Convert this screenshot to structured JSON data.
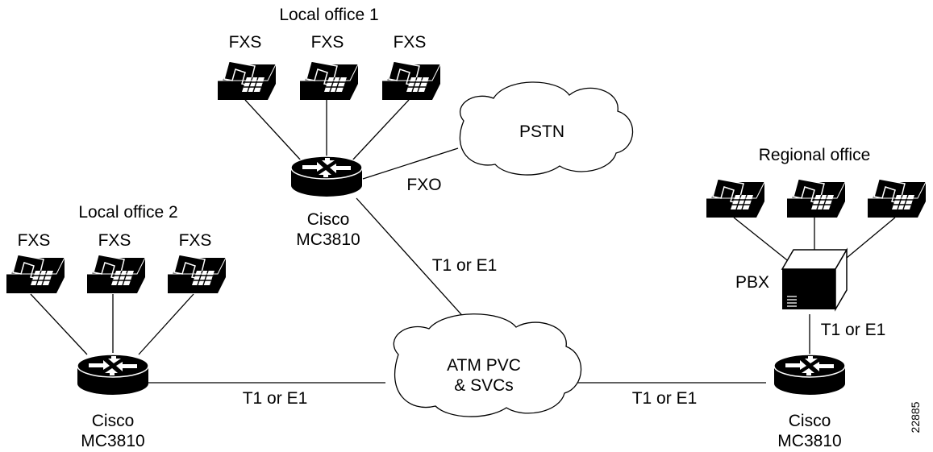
{
  "diagram": {
    "figure_id": "22885",
    "offices": {
      "local1": {
        "title": "Local office 1",
        "phones": [
          "FXS",
          "FXS",
          "FXS"
        ]
      },
      "local2": {
        "title": "Local office 2",
        "phones": [
          "FXS",
          "FXS",
          "FXS"
        ]
      },
      "regional": {
        "title": "Regional office"
      }
    },
    "routers": {
      "top": [
        "Cisco",
        "MC3810"
      ],
      "left": [
        "Cisco",
        "MC3810"
      ],
      "right": [
        "Cisco",
        "MC3810"
      ]
    },
    "clouds": {
      "pstn": [
        "PSTN"
      ],
      "atm": [
        "ATM PVC",
        "& SVCs"
      ]
    },
    "pbx_label": "PBX",
    "links": {
      "fxo": "FXO",
      "top_to_atm": "T1 or E1",
      "left_to_atm": "T1 or E1",
      "atm_to_right": "T1 or E1",
      "pbx_to_router": "T1 or E1"
    }
  }
}
